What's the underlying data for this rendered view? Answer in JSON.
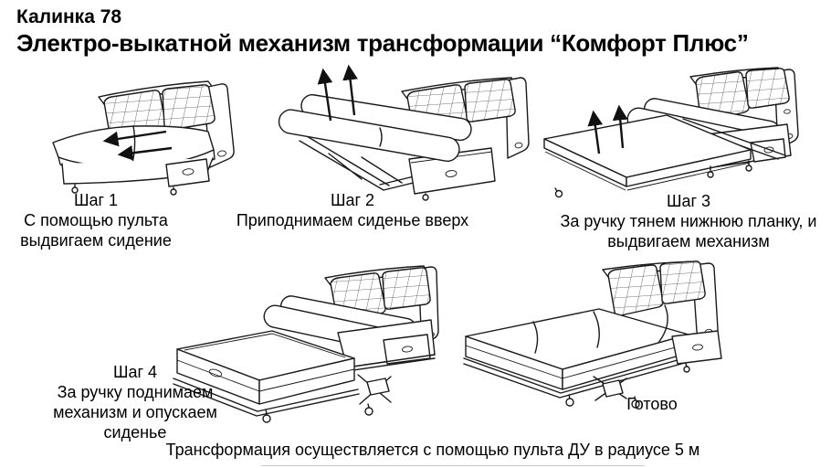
{
  "page": {
    "model_name": "Калинка 78",
    "title": "Электро-выкатной механизм трансформации “Комфорт Плюс”",
    "footer_note": "Трансформация осуществляется с помощью пульта ДУ в радиусе 5 м"
  },
  "steps": [
    {
      "label": "Шаг 1",
      "description": "С помощью пульта\nвыдвигаем сидение",
      "illustration": "sofa-seat-slides-forward"
    },
    {
      "label": "Шаг 2",
      "description": "Приподнимаем сиденье вверх",
      "illustration": "seat-lifted-up"
    },
    {
      "label": "Шаг 3",
      "description": "За ручку тянем нижнюю планку, и\nвыдвигаем механизм",
      "illustration": "bottom-plank-pulled-mechanism-out"
    },
    {
      "label": "Шаг 4",
      "description": "За ручку поднимаем\nмеханизм и опускаем сиденье",
      "illustration": "mechanism-raised-seat-lowered"
    },
    {
      "label": "Готово",
      "description": "",
      "illustration": "sofa-unfolded-flat-bed"
    }
  ]
}
